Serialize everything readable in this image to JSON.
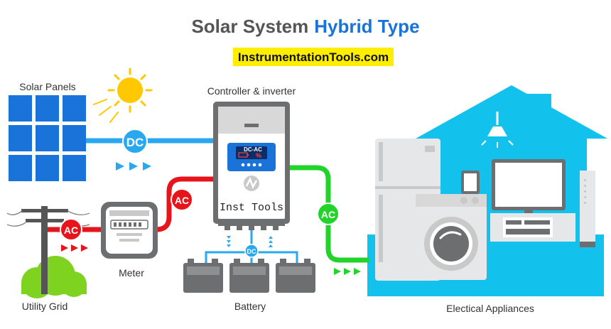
{
  "title": {
    "part1": "Solar System",
    "part2": "Hybrid Type"
  },
  "website": "InstrumentationTools.com",
  "labels": {
    "solar_panels": "Solar Panels",
    "controller": "Controller & inverter",
    "meter": "Meter",
    "utility_grid": "Utility Grid",
    "battery": "Battery",
    "appliances": "Electical Appliances"
  },
  "badges": {
    "dc_panel": "DC",
    "ac_grid": "AC",
    "ac_inverter": "AC",
    "ac_appliances": "AC",
    "dc_battery": "DC"
  },
  "inverter": {
    "display_mode": "DC-AC",
    "display_unit": "%",
    "brand": "Inst Tools"
  },
  "colors": {
    "title_gray": "#555555",
    "title_blue": "#1a73d9",
    "highlight": "#ffee00",
    "dc_blue": "#29a8f0",
    "ac_red": "#e8141c",
    "ac_green": "#22d32a",
    "house_cyan": "#12c2ec",
    "device_gray": "#6d6e70"
  }
}
